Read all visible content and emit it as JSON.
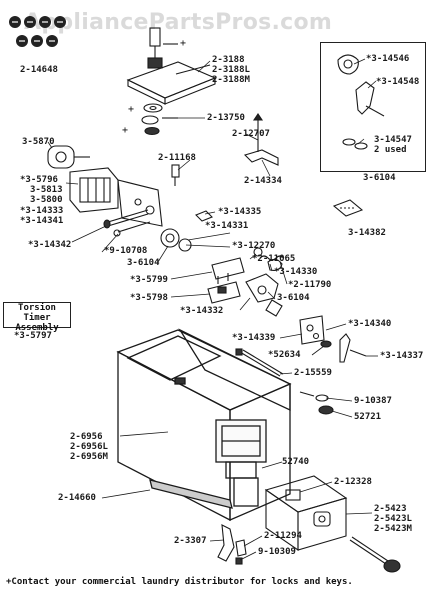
{
  "watermark": "AppliancePartsPros.com",
  "footer_note": "+Contact your commercial laundry distributor for locks and keys.",
  "torsion_box": {
    "line1": "Torsion Timer",
    "line2": "Assembly"
  },
  "labels": {
    "l_2_14648": "2-14648",
    "l_2_3188": "2-3188",
    "l_2_3188L": "2-3188L",
    "l_2_3188M": "2-3188M",
    "l_2_13750": "2-13750",
    "l_3_5870": "3-5870",
    "l_2_12707": "2-12707",
    "l_2_11168": "2-11168",
    "l_2_14334": "2-14334",
    "l_3_14546": "*3-14546",
    "l_3_14548": "*3-14548",
    "l_3_14547": "3-14547",
    "l_2used": "2 used",
    "l_3_6104_inset": "3-6104",
    "l_3_5796": "*3-5796",
    "l_3_5813": "3-5813",
    "l_3_5800": "3-5800",
    "l_3_14333": "*3-14333",
    "l_3_14341": "*3-14341",
    "l_3_14335": "*3-14335",
    "l_3_14331": "*3-14331",
    "l_3_14382": "3-14382",
    "l_3_14342": "*3-14342",
    "l_9_10708": "*9-10708",
    "l_3_12270": "*3-12270",
    "l_2_11065": "*2-11065",
    "l_3_6104": "3-6104",
    "l_3_14330": "*3-14330",
    "l_3_5799": "*3-5799",
    "l_2_11790": "*2-11790",
    "l_3_5798": "*3-5798",
    "l_3_6104b": "3-6104",
    "l_3_14332": "*3-14332",
    "l_3_5797": "*3-5797",
    "l_3_14339": "*3-14339",
    "l_3_14340": "*3-14340",
    "l_52634": "*52634",
    "l_3_14337": "*3-14337",
    "l_2_15559": "2-15559",
    "l_9_10387": "9-10387",
    "l_52721": "52721",
    "l_2_6956": "2-6956",
    "l_2_6956L": "2-6956L",
    "l_2_6956M": "2-6956M",
    "l_52740": "52740",
    "l_2_12328": "2-12328",
    "l_2_14660": "2-14660",
    "l_2_5423": "2-5423",
    "l_2_5423L": "2-5423L",
    "l_2_5423M": "2-5423M",
    "l_2_3307": "2-3307",
    "l_2_11294": "2-11294",
    "l_9_10309": "9-10309"
  }
}
